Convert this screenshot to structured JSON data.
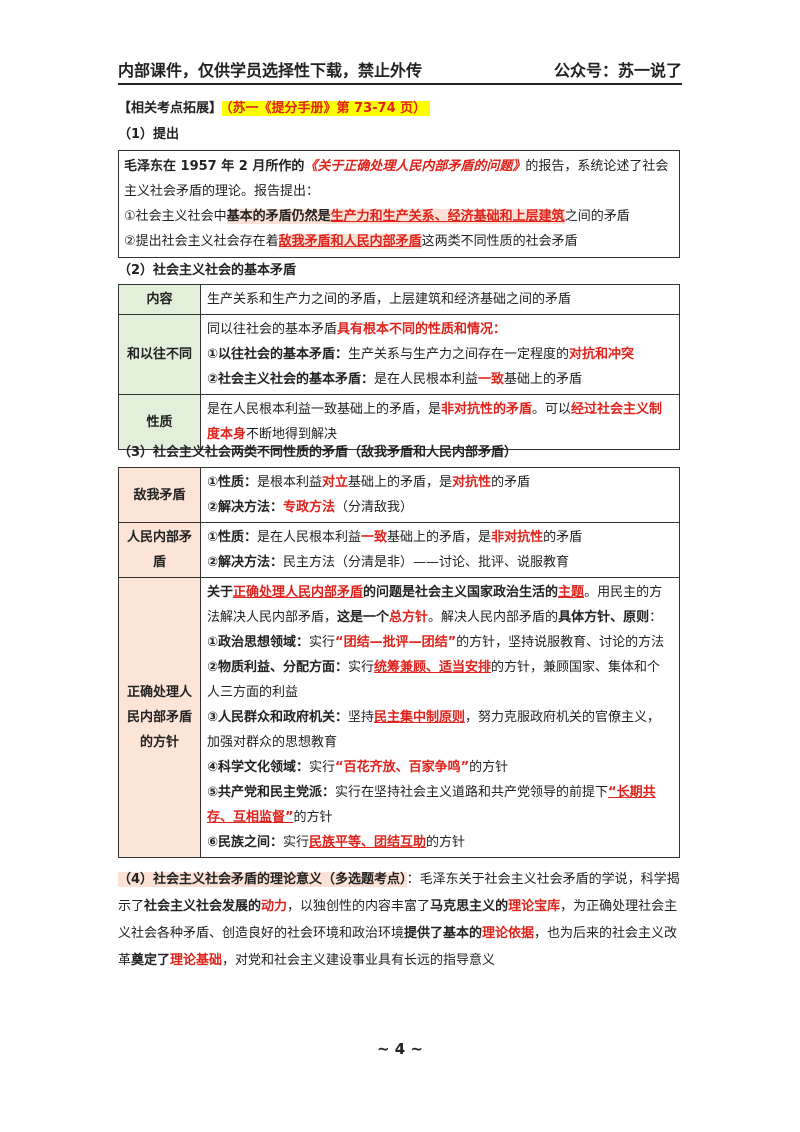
{
  "header": {
    "left": "内部课件，仅供学员选择性下载，禁止外传",
    "right": "公众号：苏一说了"
  },
  "topic": {
    "label": "【相关考点拓展】",
    "ref": "（苏一《提分手册》第 73-74 页）"
  },
  "s1": {
    "title": "（1）提出",
    "p1a": "毛泽东在 1957 年 2 月所作的",
    "p1b": "《关于正确处理人民内部矛盾的问题》",
    "p1c": "的报告，系统论述了社会主义社会矛盾的理论。报告提出：",
    "p2a": "①社会主义社会中",
    "p2b": "基本的矛盾仍然是",
    "p2c": "生产力和生产关系、经济基础和上层建筑",
    "p2d": "之间的矛盾",
    "p3a": "②提出社会主义社会存在着",
    "p3b": "敌我矛盾和人民内部矛盾",
    "p3c": "这两类不同性质的社会矛盾"
  },
  "s2": {
    "title": "（2）社会主义社会的基本矛盾",
    "r1k": "内容",
    "r1v": "生产关系和生产力之间的矛盾，上层建筑和经济基础之间的矛盾",
    "r2k": "和以往不同",
    "r2a1": "同以往社会的基本矛盾",
    "r2a2": "具有根本不同的性质和情况：",
    "r2b1": "①以往社会的基本矛盾：",
    "r2b2": "生产关系与生产力之间存在一定程度的",
    "r2b3": "对抗和冲突",
    "r2c1": "②社会主义社会的基本矛盾：",
    "r2c2": "是在人民根本利益",
    "r2c3": "一致",
    "r2c4": "基础上的矛盾",
    "r3k": "性质",
    "r3a": "是在人民根本利益一致基础上的矛盾，是",
    "r3b": "非对抗性的矛盾",
    "r3c": "。可以",
    "r3d": "经过社会主义制度本身",
    "r3e": "不断地得到解决"
  },
  "s3": {
    "title": "（3）社会主义社会两类不同性质的矛盾（敌我矛盾和人民内部矛盾）",
    "r1k": "敌我矛盾",
    "r1a1": "①性质：",
    "r1a2": "是根本利益",
    "r1a3": "对立",
    "r1a4": "基础上的矛盾，是",
    "r1a5": "对抗性",
    "r1a6": "的矛盾",
    "r1b1": "②解决方法：",
    "r1b2": "专政方法",
    "r1b3": "（分清敌我）",
    "r2k": "人民内部矛盾",
    "r2a1": "①性质：",
    "r2a2": "是在人民根本利益",
    "r2a3": "一致",
    "r2a4": "基础上的矛盾，是",
    "r2a5": "非对抗性",
    "r2a6": "的矛盾",
    "r2b1": "②解决方法：",
    "r2b2": "民主方法（分清是非）——讨论、批评、说服教育",
    "r3k": "正确处理人民内部矛盾的方针",
    "i1": "关于",
    "i2": "正确处理人民内部矛盾",
    "i3": "的问题是社会主义国家政治生活的",
    "i4": "主题",
    "i5": "。用民主的方法解决人民内部矛盾，",
    "i6": "这是一个",
    "i7": "总方针",
    "i8": "。解决人民内部矛盾的",
    "i9": "具体方针、原则",
    "i10": "：",
    "a1": "①政治思想领域：",
    "a2": "实行",
    "a3": "“团结—批评—团结”",
    "a4": "的方针，坚持说服教育、讨论的方法",
    "b1": "②物质利益、分配方面：",
    "b2": "实行",
    "b3": "统筹兼顾、适当安排",
    "b4": "的方针，兼顾国家、集体和个人三方面的利益",
    "c1": "③人民群众和政府机关：",
    "c2": "坚持",
    "c3": "民主集中制原则",
    "c4": "，努力克服政府机关的官僚主义，加强对群众的思想教育",
    "d1": "④科学文化领域：",
    "d2": "实行",
    "d3": "“百花齐放、百家争鸣”",
    "d4": "的方针",
    "e1": "⑤共产党和民主党派：",
    "e2": "实行在坚持社会主义道路和共产党领导的前提下",
    "e3": "“长期共存、互相监督”",
    "e4": "的方针",
    "f1": "⑥民族之间：",
    "f2": "实行",
    "f3": "民族平等、团结互助",
    "f4": "的方针"
  },
  "s4": {
    "t1": "（4）",
    "t2": "社会主义社会矛盾的理论意义（多选题考点）",
    "t3": "：毛泽东关于社会主义社会矛盾的学说，科学揭示了",
    "t4": "社会主义社会发展的",
    "t5": "动力",
    "t6": "，以独创性的内容丰富了",
    "t7": "马克思主义的",
    "t8": "理论宝库",
    "t9": "，为正确处理社会主义社会各种矛盾、创造良好的社会环境和政治环境",
    "t10": "提供了基本的",
    "t11": "理论依据",
    "t12": "，也为后来的社会主义改革",
    "t13": "奠定了",
    "t14": "理论基础",
    "t15": "，对党和社会主义建设事业具有长远的指导意义"
  },
  "page_number": "~ 4 ~"
}
